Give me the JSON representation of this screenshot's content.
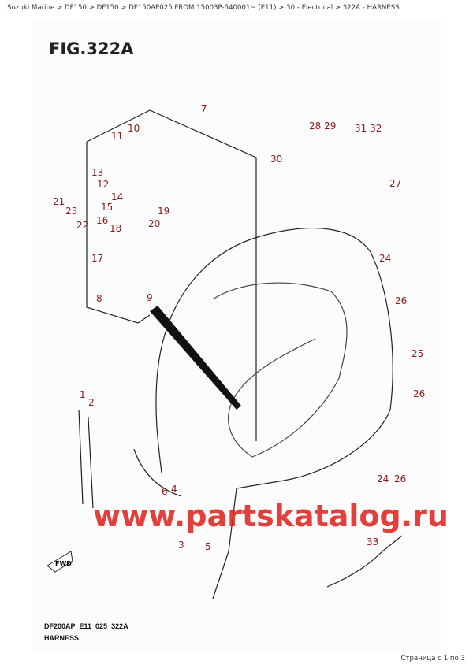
{
  "breadcrumb": "Suzuki Marine > DF150 > DF150 > DF150AP025 FROM 15003P-540001~ (E11) > 30 - Electrical > 322A - HARNESS",
  "figure": {
    "title": "FIG.322A",
    "code": "DF200AP_E11_025_322A",
    "name": "HARNESS",
    "fwd_label": "FWD",
    "watermark": "www.partskatalog.ru",
    "callouts": [
      "7",
      "10",
      "11",
      "13",
      "12",
      "14",
      "15",
      "19",
      "21",
      "23",
      "22",
      "16",
      "18",
      "20",
      "17",
      "8",
      "9",
      "28 29",
      "31 32",
      "30",
      "27",
      "24",
      "26",
      "25",
      "26",
      "1",
      "2",
      "24",
      "26",
      "6",
      "4",
      "3",
      "5",
      "33"
    ]
  },
  "pagination": "Страница с 1 по 3"
}
